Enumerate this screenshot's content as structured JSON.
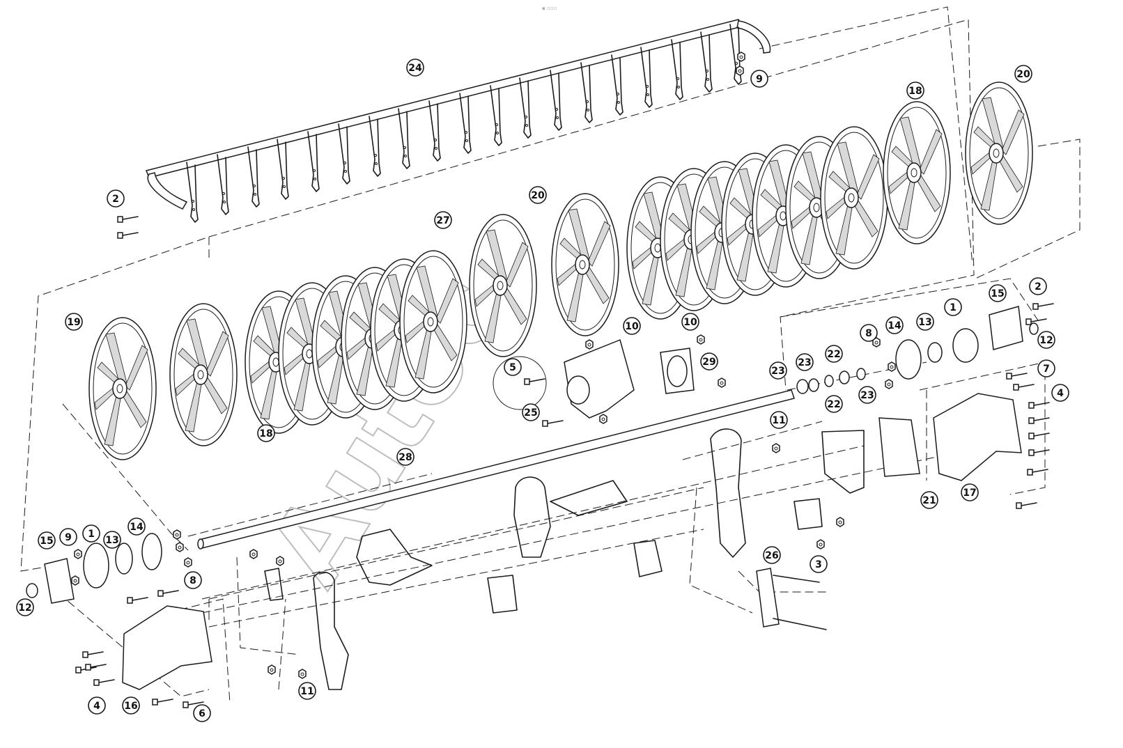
{
  "diagram": {
    "header_mark": "▪ ▫▫▫",
    "watermark": "Autoc",
    "callouts": [
      {
        "label": "24"
      },
      {
        "label": "9"
      },
      {
        "label": "20"
      },
      {
        "label": "18"
      },
      {
        "label": "2"
      },
      {
        "label": "27"
      },
      {
        "label": "20"
      },
      {
        "label": "19"
      },
      {
        "label": "18"
      },
      {
        "label": "10"
      },
      {
        "label": "10"
      },
      {
        "label": "5"
      },
      {
        "label": "25"
      },
      {
        "label": "29"
      },
      {
        "label": "15"
      },
      {
        "label": "2"
      },
      {
        "label": "1"
      },
      {
        "label": "13"
      },
      {
        "label": "14"
      },
      {
        "label": "8"
      },
      {
        "label": "12"
      },
      {
        "label": "23"
      },
      {
        "label": "23"
      },
      {
        "label": "22"
      },
      {
        "label": "22"
      },
      {
        "label": "23"
      },
      {
        "label": "7"
      },
      {
        "label": "4"
      },
      {
        "label": "11"
      },
      {
        "label": "28"
      },
      {
        "label": "21"
      },
      {
        "label": "17"
      },
      {
        "label": "15"
      },
      {
        "label": "9"
      },
      {
        "label": "1"
      },
      {
        "label": "13"
      },
      {
        "label": "14"
      },
      {
        "label": "12"
      },
      {
        "label": "8"
      },
      {
        "label": "26"
      },
      {
        "label": "3"
      },
      {
        "label": "11"
      },
      {
        "label": "16"
      },
      {
        "label": "4"
      },
      {
        "label": "6"
      }
    ]
  }
}
